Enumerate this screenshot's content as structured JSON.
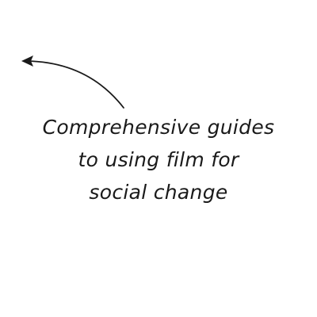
{
  "callout": {
    "lines": [
      "Comprehensive guides",
      "to using film for",
      "social change"
    ]
  },
  "annotation_arrow": {
    "icon": "curved-arrow-up-left-icon",
    "color": "#1a1a1a"
  }
}
